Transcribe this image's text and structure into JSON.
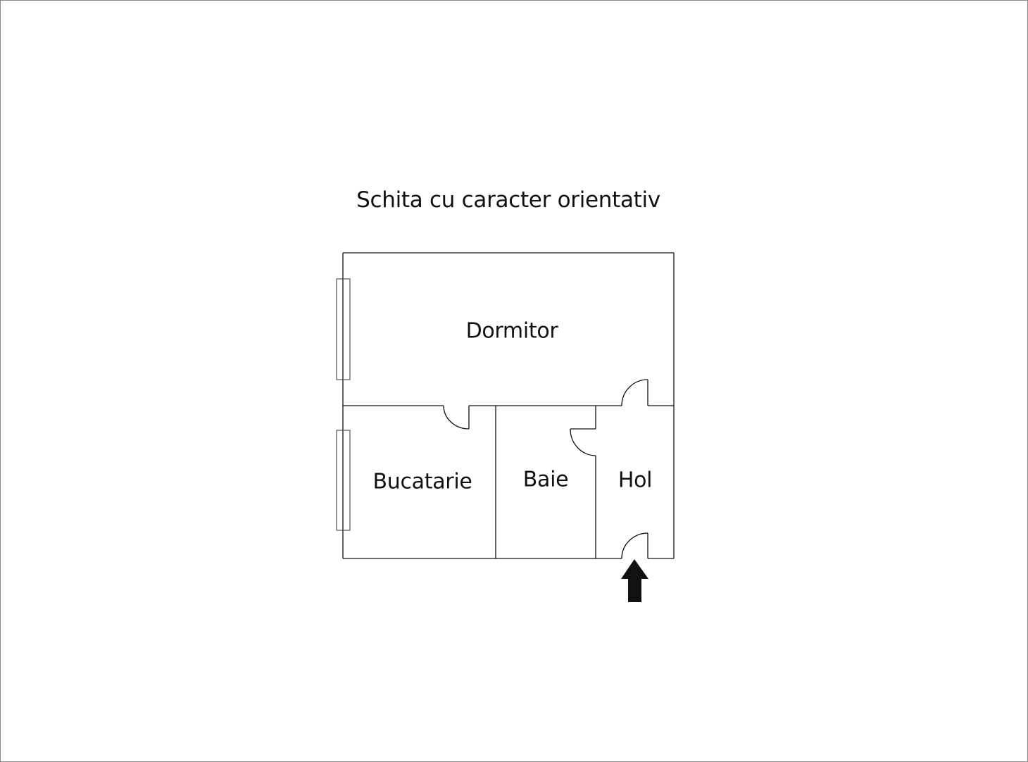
{
  "title": "Schita cu caracter orientativ",
  "rooms": [
    {
      "id": "dormitor",
      "label": "Dormitor"
    },
    {
      "id": "bucatarie",
      "label": "Bucatarie"
    },
    {
      "id": "baie",
      "label": "Baie"
    },
    {
      "id": "hol",
      "label": "Hol"
    }
  ],
  "entrance": {
    "icon": "arrow-up-icon"
  },
  "colors": {
    "line": "#111111",
    "window": "#555555",
    "frame": "#8a8a8a"
  }
}
